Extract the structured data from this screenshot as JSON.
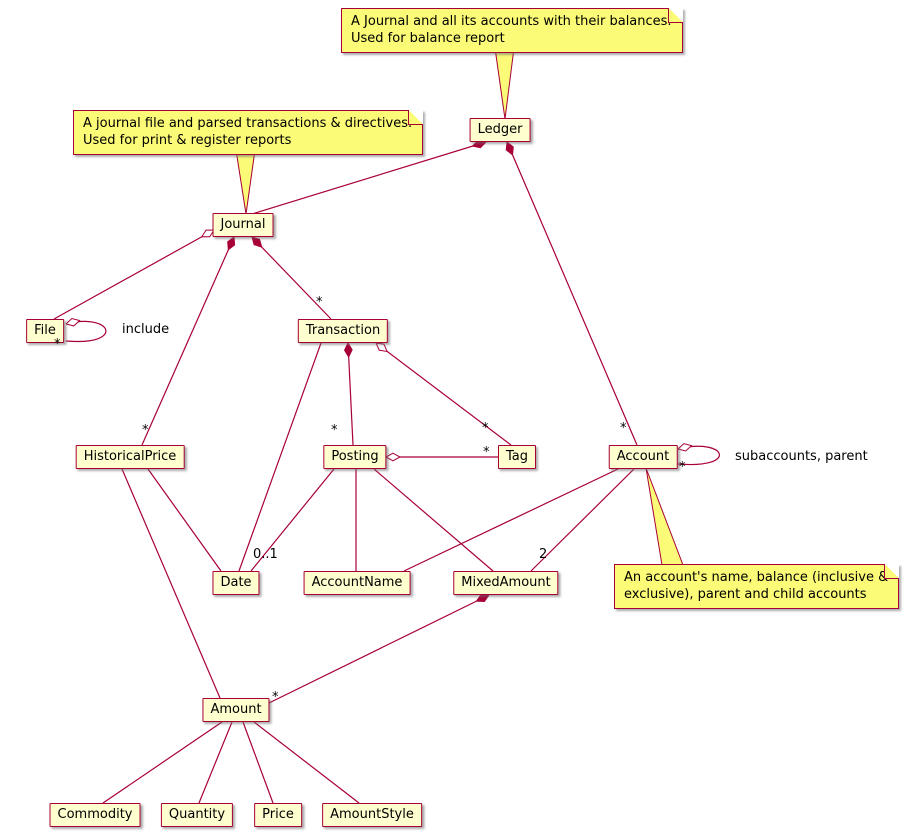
{
  "diagram": {
    "type": "uml-class-diagram",
    "colors": {
      "class_fill": "#FEFECE",
      "class_border": "#A80036",
      "note_fill": "#FBFB77",
      "note_border": "#A80036",
      "edge": "#A80036",
      "text": "#000000",
      "background": "#FFFFFF"
    },
    "classes": [
      {
        "id": "ledger",
        "label": "Ledger"
      },
      {
        "id": "journal",
        "label": "Journal"
      },
      {
        "id": "file",
        "label": "File"
      },
      {
        "id": "transaction",
        "label": "Transaction"
      },
      {
        "id": "historicalprice",
        "label": "HistoricalPrice"
      },
      {
        "id": "posting",
        "label": "Posting"
      },
      {
        "id": "tag",
        "label": "Tag"
      },
      {
        "id": "account",
        "label": "Account"
      },
      {
        "id": "date",
        "label": "Date"
      },
      {
        "id": "accountname",
        "label": "AccountName"
      },
      {
        "id": "mixedamount",
        "label": "MixedAmount"
      },
      {
        "id": "amount",
        "label": "Amount"
      },
      {
        "id": "commodity",
        "label": "Commodity"
      },
      {
        "id": "quantity",
        "label": "Quantity"
      },
      {
        "id": "price",
        "label": "Price"
      },
      {
        "id": "amountstyle",
        "label": "AmountStyle"
      }
    ],
    "notes": [
      {
        "id": "ledger-note",
        "target": "Ledger",
        "text": "A Journal and all its accounts with their balances.\nUsed for balance report"
      },
      {
        "id": "journal-note",
        "target": "Journal",
        "text": "A journal file and parsed transactions & directives.\nUsed for print & register reports"
      },
      {
        "id": "account-note",
        "target": "Account",
        "text": "An account's name, balance (inclusive &\nexclusive), parent and child accounts"
      }
    ],
    "edges": [
      {
        "from": "Ledger",
        "to": "Journal",
        "type": "composition"
      },
      {
        "from": "Ledger",
        "to": "Account",
        "type": "composition",
        "multiplicity": "*"
      },
      {
        "from": "Journal",
        "to": "File",
        "type": "aggregation"
      },
      {
        "from": "File",
        "to": "File",
        "type": "aggregation",
        "multiplicity": "*",
        "label": "include"
      },
      {
        "from": "Journal",
        "to": "Transaction",
        "type": "composition",
        "multiplicity": "*"
      },
      {
        "from": "Journal",
        "to": "HistoricalPrice",
        "type": "composition",
        "multiplicity": "*"
      },
      {
        "from": "Transaction",
        "to": "Posting",
        "type": "composition",
        "multiplicity": "*"
      },
      {
        "from": "Transaction",
        "to": "Tag",
        "type": "aggregation",
        "multiplicity": "*"
      },
      {
        "from": "Posting",
        "to": "Tag",
        "type": "aggregation",
        "multiplicity": "*"
      },
      {
        "from": "Transaction",
        "to": "Date",
        "type": "association"
      },
      {
        "from": "Posting",
        "to": "Date",
        "type": "association",
        "multiplicity": "0..1"
      },
      {
        "from": "Posting",
        "to": "AccountName",
        "type": "association"
      },
      {
        "from": "Posting",
        "to": "MixedAmount",
        "type": "association"
      },
      {
        "from": "Account",
        "to": "AccountName",
        "type": "association"
      },
      {
        "from": "Account",
        "to": "MixedAmount",
        "type": "association",
        "multiplicity": "2"
      },
      {
        "from": "Account",
        "to": "Account",
        "type": "aggregation",
        "multiplicity": "*",
        "label": "subaccounts, parent"
      },
      {
        "from": "HistoricalPrice",
        "to": "Date",
        "type": "association"
      },
      {
        "from": "HistoricalPrice",
        "to": "Amount",
        "type": "association"
      },
      {
        "from": "MixedAmount",
        "to": "Amount",
        "type": "composition",
        "multiplicity": "*"
      },
      {
        "from": "Amount",
        "to": "Commodity",
        "type": "association"
      },
      {
        "from": "Amount",
        "to": "Quantity",
        "type": "association"
      },
      {
        "from": "Amount",
        "to": "Price",
        "type": "association"
      },
      {
        "from": "Amount",
        "to": "AmountStyle",
        "type": "association"
      }
    ]
  }
}
